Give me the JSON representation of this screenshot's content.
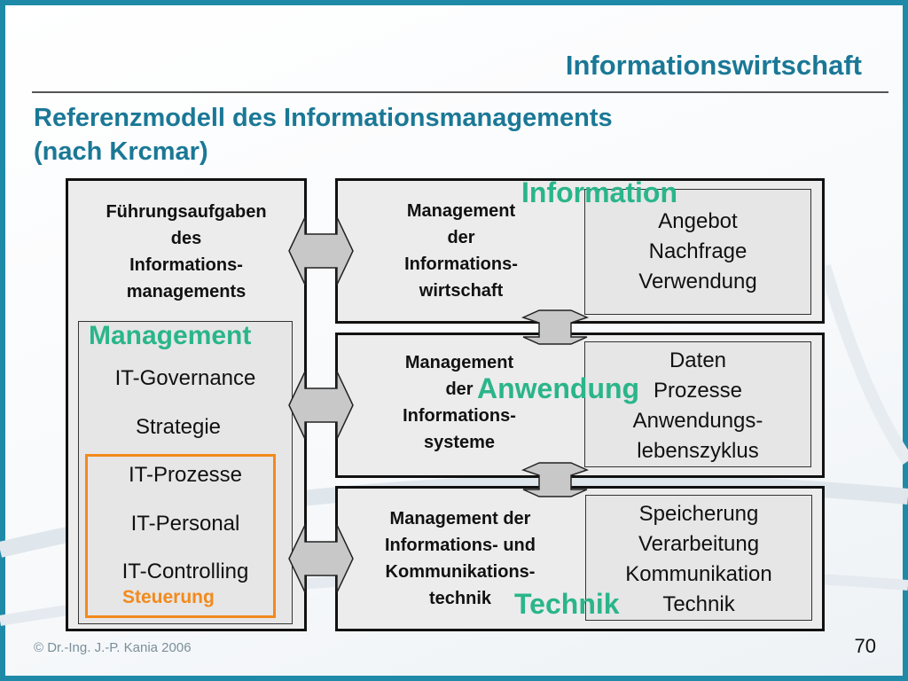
{
  "header": {
    "title": "Informationswirtschaft"
  },
  "slide": {
    "title_line1": "Referenzmodell des Informationsmanagements",
    "title_line2": "(nach Krcmar)"
  },
  "left_panel": {
    "heading": [
      "Führungsaufgaben",
      "des",
      "Informations-",
      "managements"
    ],
    "label": "Management",
    "items": [
      "IT-Governance",
      "Strategie",
      "IT-Prozesse",
      "IT-Personal",
      "IT-Controlling"
    ],
    "steuerung": "Steuerung"
  },
  "layers": [
    {
      "label": "Information",
      "heading": [
        "Management",
        "der",
        "Informations-",
        "wirtschaft"
      ],
      "items": [
        "Angebot",
        "Nachfrage",
        "Verwendung"
      ]
    },
    {
      "label": "Anwendung",
      "heading": [
        "Management",
        "der",
        "Informations-",
        "systeme"
      ],
      "items": [
        "Daten",
        "Prozesse",
        "Anwendungs-",
        "lebenszyklus"
      ]
    },
    {
      "label": "Technik",
      "heading": [
        "Management der",
        "Informations- und",
        "Kommunikations-",
        "technik"
      ],
      "items": [
        "Speicherung",
        "Verarbeitung",
        "Kommunikation",
        "Technik"
      ]
    }
  ],
  "footer": {
    "copyright": "©  Dr.-Ing. J.-P. Kania 2006",
    "page": "70"
  },
  "colors": {
    "accent": "#1a7896",
    "label_green": "#2ab58a",
    "steuerung_orange": "#f28a1c",
    "arrow_fill": "#c8c8c8"
  }
}
